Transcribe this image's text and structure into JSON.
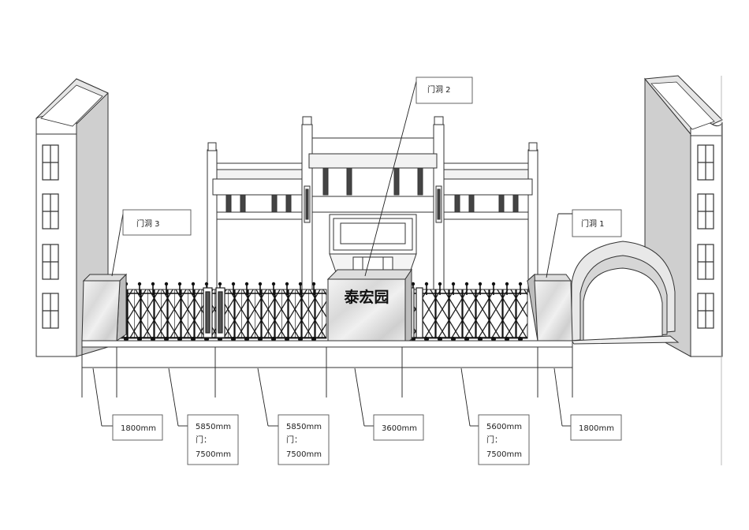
{
  "sign_text": "泰宏园",
  "callouts": {
    "gate1": "门洞 1",
    "gate2": "门洞 2",
    "gate3": "门洞 3"
  },
  "dimensions": [
    {
      "id": "pillar-left",
      "lines": [
        "1800mm"
      ]
    },
    {
      "id": "gate-left-1",
      "lines": [
        "5850mm",
        "门：",
        "7500mm"
      ]
    },
    {
      "id": "gate-left-2",
      "lines": [
        "5850mm",
        "门：",
        "7500mm"
      ]
    },
    {
      "id": "center-block",
      "lines": [
        "3600mm"
      ]
    },
    {
      "id": "gate-right",
      "lines": [
        "5600mm",
        "门：",
        "7500mm"
      ]
    },
    {
      "id": "pillar-right",
      "lines": [
        "1800mm"
      ]
    }
  ]
}
